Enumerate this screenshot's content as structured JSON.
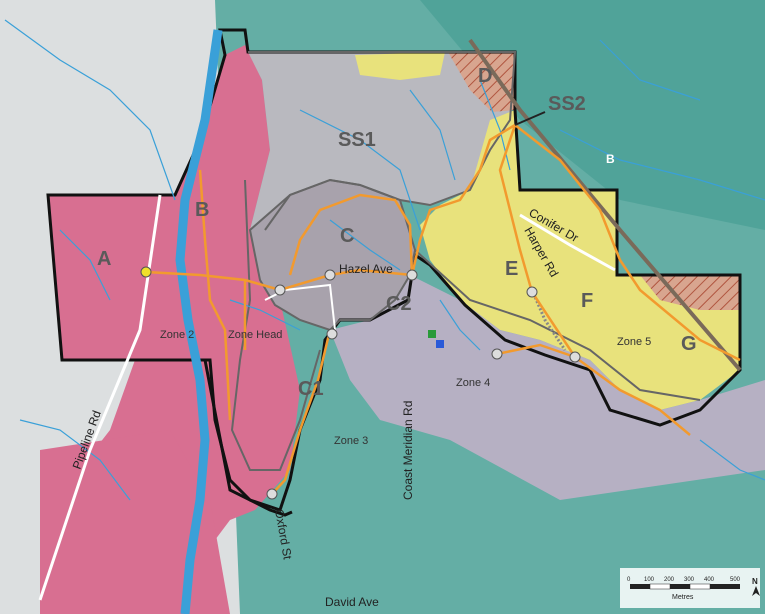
{
  "map": {
    "zones": [
      {
        "id": "A",
        "label": "A"
      },
      {
        "id": "B",
        "label": "B"
      },
      {
        "id": "C",
        "label": "C"
      },
      {
        "id": "C1",
        "label": "C1"
      },
      {
        "id": "C2",
        "label": "C2"
      },
      {
        "id": "D",
        "label": "D"
      },
      {
        "id": "E",
        "label": "E"
      },
      {
        "id": "F",
        "label": "F"
      },
      {
        "id": "G",
        "label": "G"
      },
      {
        "id": "SS1",
        "label": "SS1"
      },
      {
        "id": "SS2",
        "label": "SS2"
      }
    ],
    "roads": {
      "pipeline": "Pipeline Rd",
      "hazel": "Hazel Ave",
      "conifer": "Conifer Dr",
      "harper": "Harper Rd",
      "coast_meridian": "Coast Meridian Rd",
      "david": "David Ave",
      "burke_b": "B",
      "oxford": "Oxford St"
    },
    "pressure_zones": {
      "zone2": "Zone 2",
      "zone2_head": "Zone Head",
      "zone3": "Zone 3",
      "zone4": "Zone 4",
      "zone5": "Zone 5"
    },
    "scale": {
      "ticks": [
        "0",
        "100",
        "200",
        "300",
        "400",
        "500"
      ],
      "unit": "Metres",
      "north": "N"
    },
    "colors": {
      "zone_pink": "#d86f91",
      "zone_gray": "#b9b9bf",
      "zone_yellow": "#e8e27c",
      "zone_lavender": "#bfb0c6",
      "zone_teal": "#5fb7b1",
      "water_main": "#f29a2e",
      "boundary": "#111111",
      "creek": "#3aa0d8"
    }
  }
}
